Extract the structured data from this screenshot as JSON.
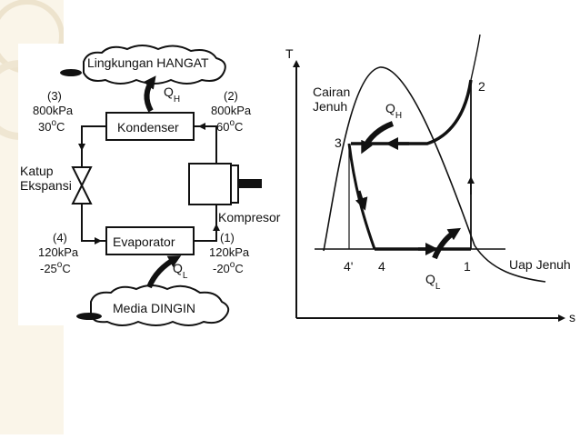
{
  "colors": {
    "accent": "#e9dcc0",
    "ink": "#111111",
    "background": "#ffffff"
  },
  "cycle": {
    "hot_env": "Lingkungan HANGAT",
    "cold_env": "Media DINGIN",
    "condenser": "Kondenser",
    "evaporator": "Evaporator",
    "compressor": "Kompresor",
    "valve": [
      "Katup",
      "Ekspansi"
    ],
    "heat_out": {
      "main": "Q",
      "sub": "H"
    },
    "heat_in": {
      "main": "Q",
      "sub": "L"
    },
    "states": [
      {
        "id": "(1)",
        "pressure": "120kPa",
        "temp": "-20",
        "deg": "o",
        "unit": "C"
      },
      {
        "id": "(2)",
        "pressure": "800kPa",
        "temp": "60",
        "deg": "o",
        "unit": "C"
      },
      {
        "id": "(3)",
        "pressure": "800kPa",
        "temp": "30",
        "deg": "o",
        "unit": "C"
      },
      {
        "id": "(4)",
        "pressure": "120kPa",
        "temp": "-25",
        "deg": "o",
        "unit": "C"
      }
    ]
  },
  "ts_diagram": {
    "y_axis": "T",
    "x_axis": "s",
    "sat_liquid": [
      "Cairan",
      "Jenuh"
    ],
    "sat_vapor": "Uap Jenuh",
    "points": [
      "1",
      "2",
      "3",
      "4",
      "4'"
    ],
    "heat_out": {
      "main": "Q",
      "sub": "H"
    },
    "heat_in": {
      "main": "Q",
      "sub": "L"
    }
  }
}
